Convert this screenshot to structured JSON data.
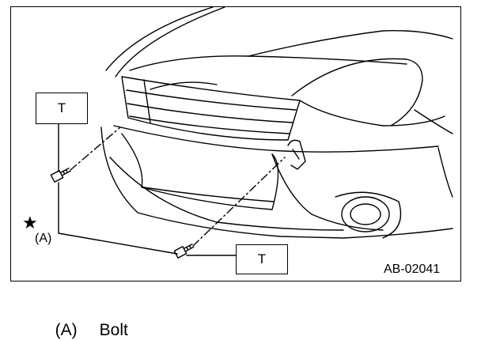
{
  "diagram": {
    "torque_labels": [
      "T",
      "T"
    ],
    "callout": "(A)",
    "star_symbol": "★",
    "figure_code": "AB-02041"
  },
  "legend": {
    "items": [
      {
        "key": "(A)",
        "label": "Bolt"
      }
    ]
  }
}
